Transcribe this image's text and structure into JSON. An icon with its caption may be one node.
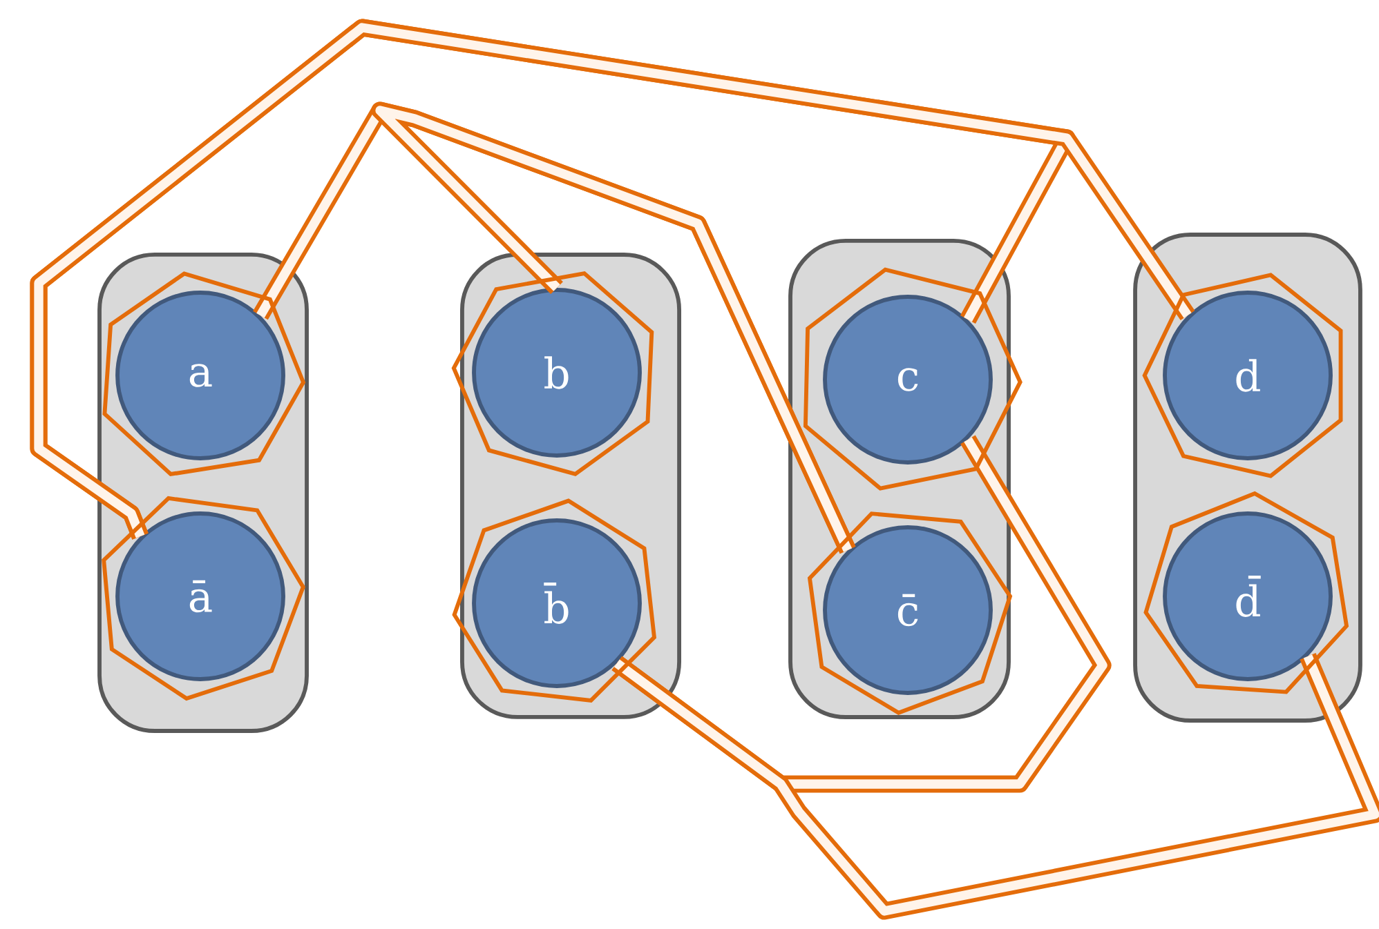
{
  "diagram": {
    "nodes": [
      {
        "text": [],
        "shape": "box"
      },
      {
        "text": [
          "a"
        ],
        "in": 0
      },
      {
        "text": [
          "ā"
        ],
        "in": 0
      },
      {
        "text": [],
        "shape": "box"
      },
      {
        "text": [
          "b"
        ],
        "in": 3
      },
      {
        "text": [
          "b̄"
        ],
        "in": 3
      },
      {
        "text": [],
        "shape": "box"
      },
      {
        "text": [
          "c"
        ],
        "in": 6
      },
      {
        "text": [
          "c̄"
        ],
        "in": 6
      },
      {
        "text": [],
        "shape": "box"
      },
      {
        "text": [
          "d"
        ],
        "in": 9
      },
      {
        "text": [
          "d̄"
        ],
        "in": 9
      }
    ],
    "edges": [
      {
        "from": 2,
        "to": 7,
        "arrow": "none"
      },
      {
        "from": 2,
        "to": 10,
        "arrow": "none"
      },
      {
        "from": 1,
        "to": 8,
        "arrow": "none"
      },
      {
        "from": 4,
        "to": 8,
        "arrow": "none"
      },
      {
        "from": 5,
        "to": 7,
        "arrow": "none"
      },
      {
        "from": 5,
        "to": 11,
        "arrow": "none"
      }
    ]
  }
}
